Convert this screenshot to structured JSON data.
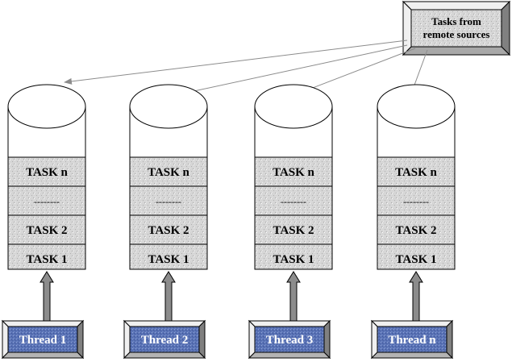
{
  "diagram": {
    "title": "Per-thread task queues with tasks from remote sources",
    "remote_source": {
      "line1": "Tasks from",
      "line2": "remote sources",
      "icon": "bevel-box"
    },
    "queues": [
      {
        "segments": [
          "TASK n",
          "--------",
          "TASK 2",
          "TASK 1"
        ],
        "thread_label": "Thread 1"
      },
      {
        "segments": [
          "TASK n",
          "--------",
          "TASK 2",
          "TASK 1"
        ],
        "thread_label": "Thread 2"
      },
      {
        "segments": [
          "TASK n",
          "--------",
          "TASK 2",
          "TASK 1"
        ],
        "thread_label": "Thread 3"
      },
      {
        "segments": [
          "TASK n",
          "--------",
          "TASK 2",
          "TASK 1"
        ],
        "thread_label": "Thread n"
      }
    ],
    "colors": {
      "segment_fill": "#d9d9d9",
      "thread_fill": "#5a73b5",
      "bevel_light": "#f0f0f0",
      "bevel_dark": "#808080",
      "arrow": "#8c8c8c",
      "outline": "#000000"
    }
  }
}
